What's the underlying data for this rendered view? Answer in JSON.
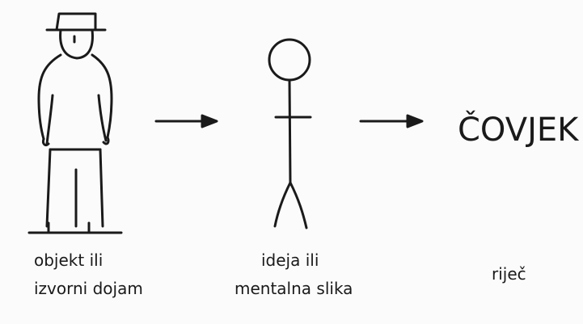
{
  "diagram": {
    "stages": [
      {
        "id": "object",
        "label_line1": "objekt ili",
        "label_line2": "izvorni dojam"
      },
      {
        "id": "idea",
        "label_line1": "ideja ili",
        "label_line2": "mentalna slika"
      },
      {
        "id": "word",
        "label_line1": "riječ"
      }
    ],
    "word_text": "ČOVJEK"
  }
}
